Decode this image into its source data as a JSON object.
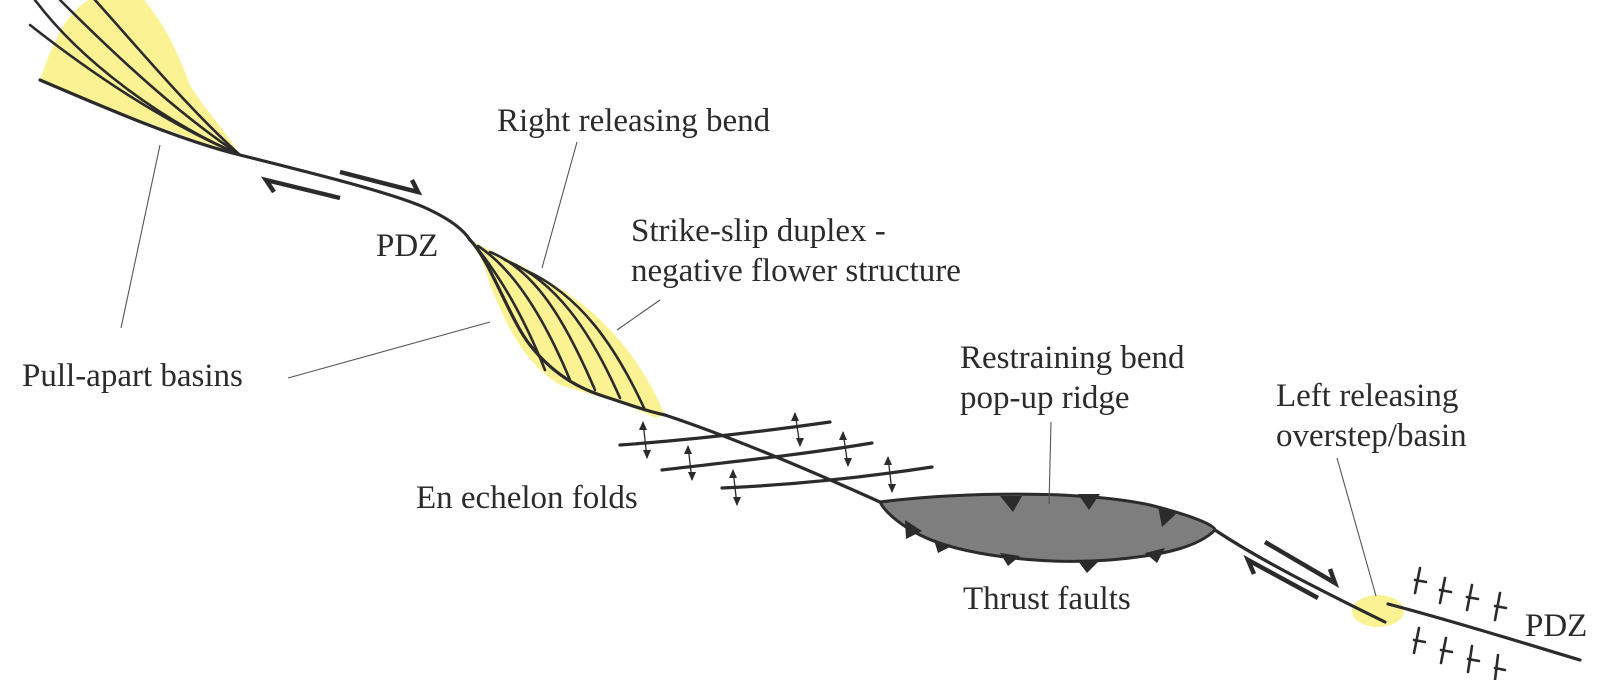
{
  "colors": {
    "basin_fill": "#fbf294",
    "ridge_fill": "#7e7e7e",
    "line": "#2b2b2b"
  },
  "labels": {
    "right_releasing_bend": "Right releasing bend",
    "pdz_left": "PDZ",
    "strike_slip_line1": "Strike-slip duplex -",
    "strike_slip_line2": "negative flower structure",
    "pull_apart": "Pull-apart basins",
    "restraining_line1": "Restraining bend",
    "restraining_line2": "pop-up ridge",
    "left_releasing_line1": "Left releasing",
    "left_releasing_line2": "overstep/basin",
    "en_echelon": "En echelon folds",
    "thrust_faults": "Thrust faults",
    "pdz_right": "PDZ"
  }
}
